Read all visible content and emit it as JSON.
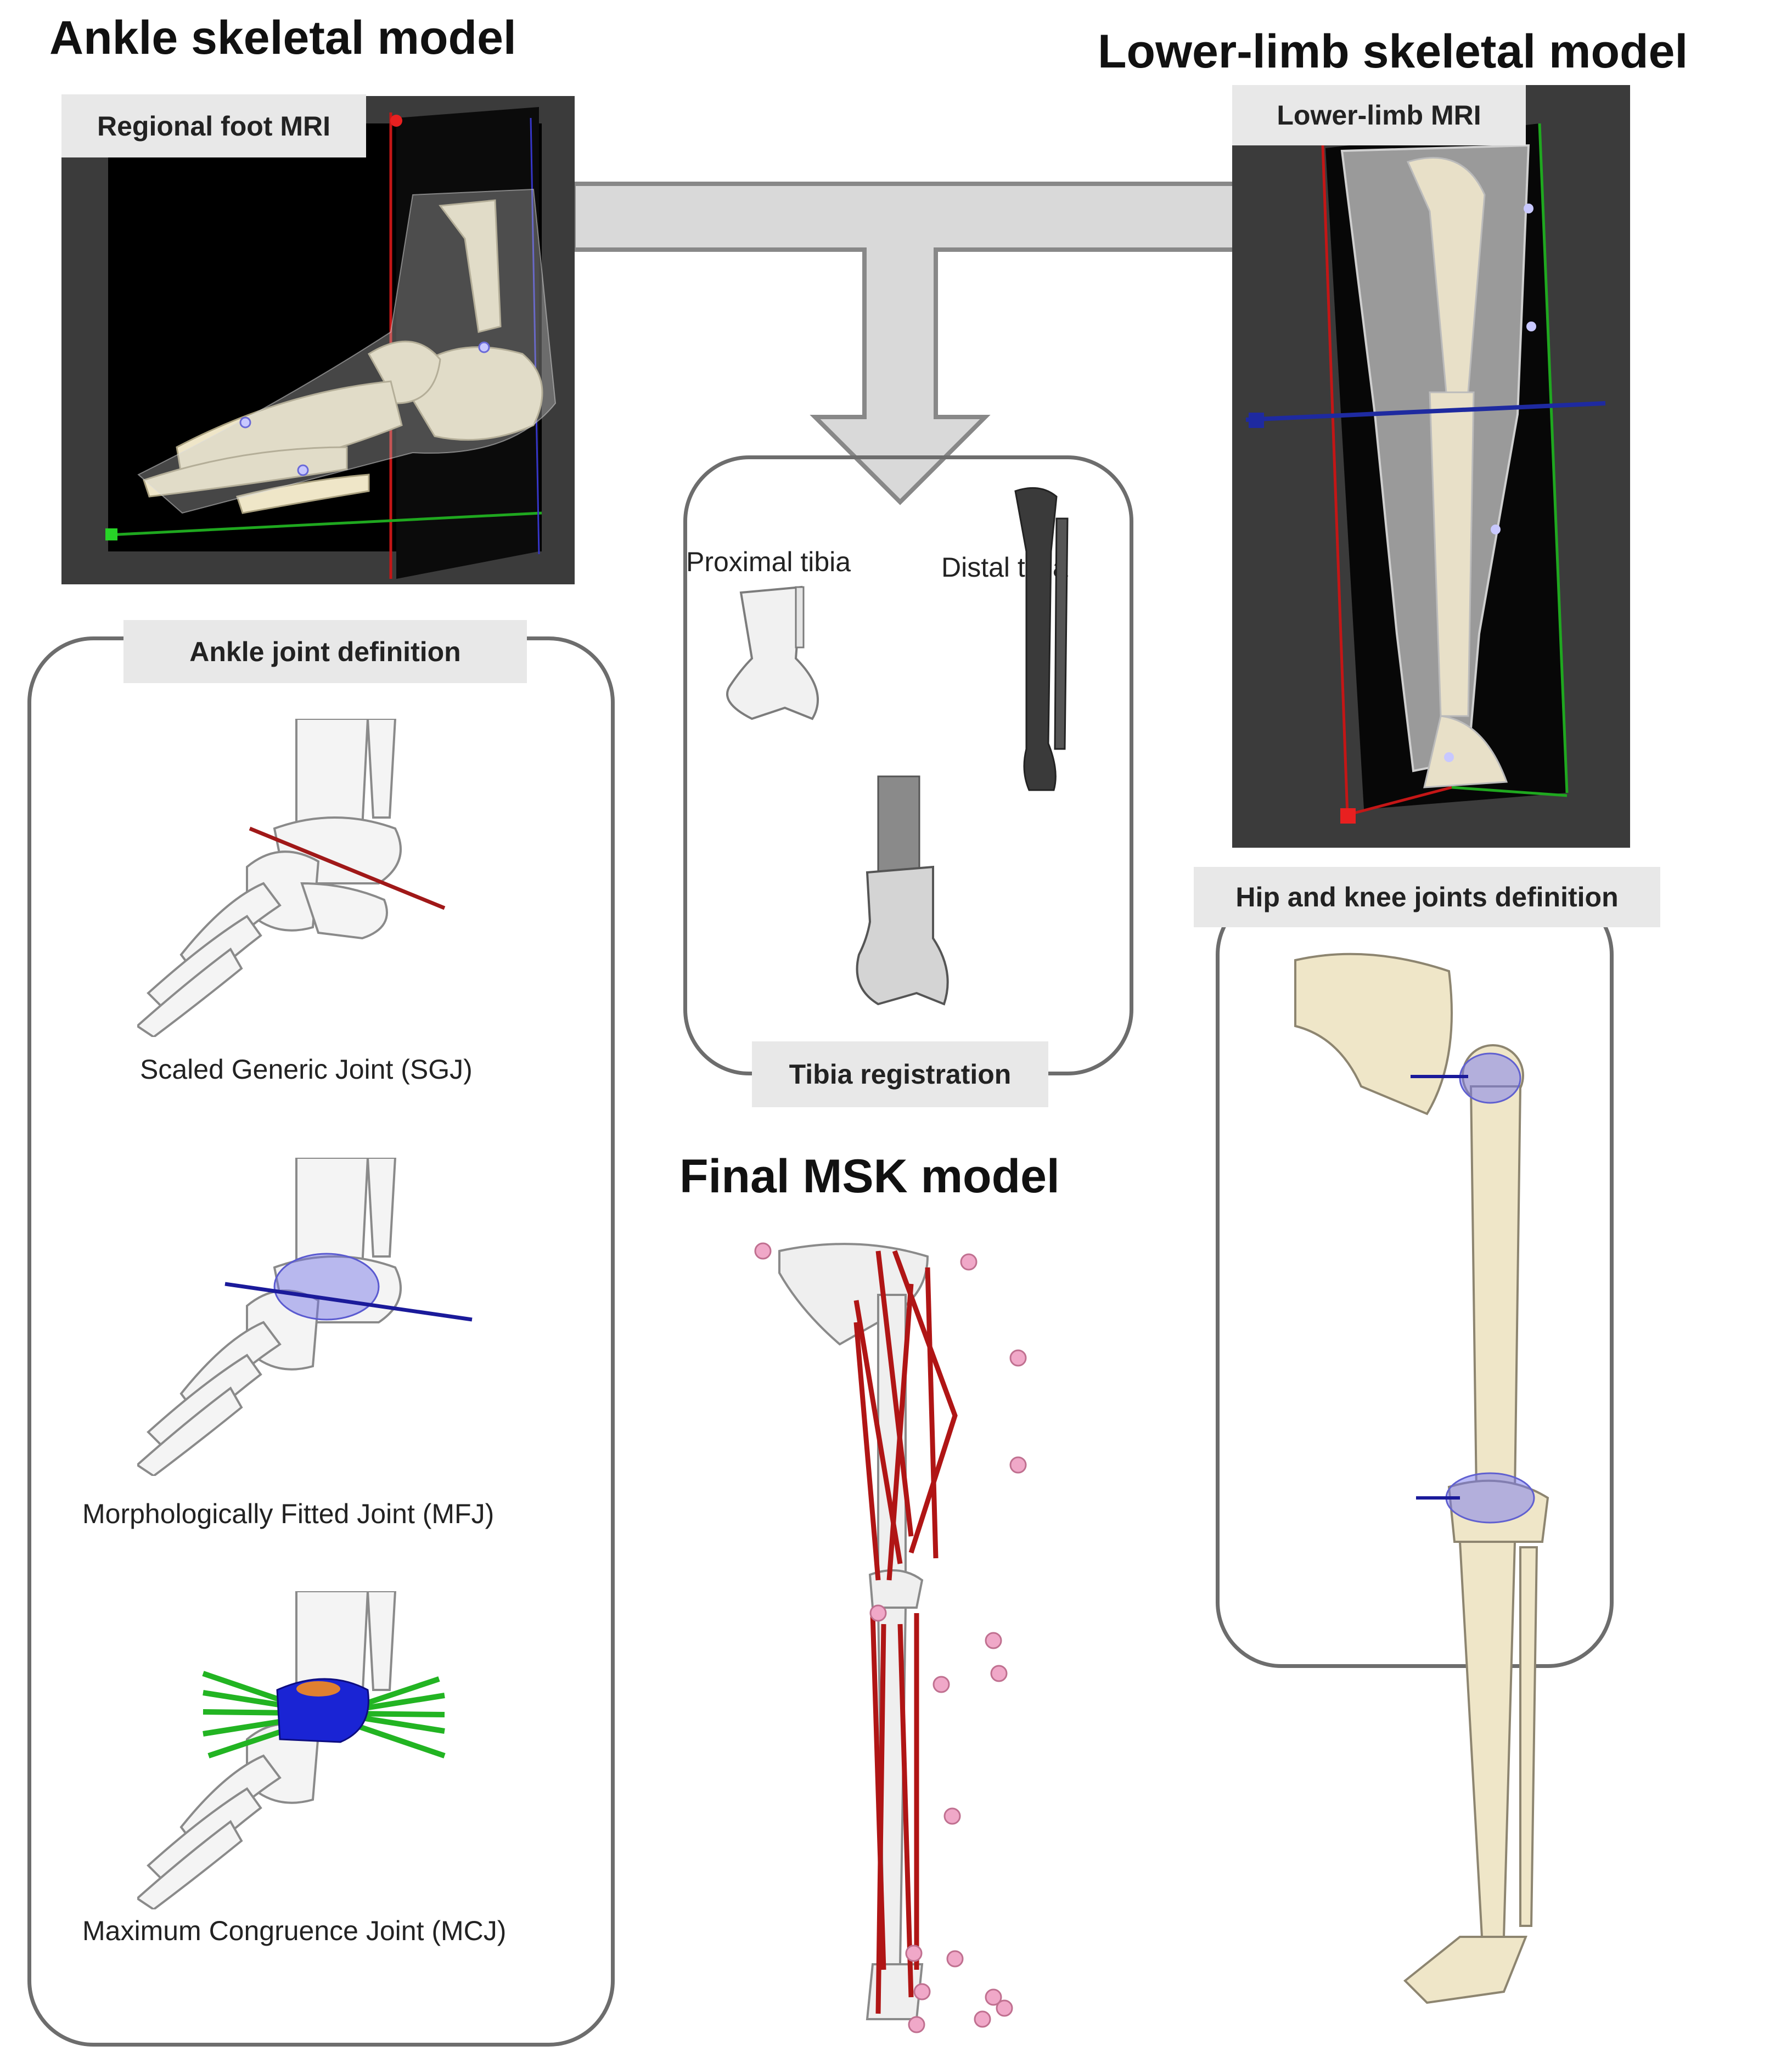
{
  "titles": {
    "ankle": "Ankle skeletal model",
    "lower_limb": "Lower-limb skeletal model",
    "final": "Final MSK model"
  },
  "labels": {
    "foot_mri": "Regional foot MRI",
    "lowerlimb_mri": "Lower-limb MRI",
    "ankle_joint_def": "Ankle joint definition",
    "hip_knee_def": "Hip and knee joints definition",
    "tibia_registration": "Tibia registration"
  },
  "tibia": {
    "proximal": "Proximal tibia",
    "distal": "Distal tibia"
  },
  "ankle_joints": [
    {
      "caption": "Scaled Generic Joint (SGJ)",
      "axis_color": "#a01818"
    },
    {
      "caption": "Morphologically Fitted Joint (MFJ)",
      "axis_color": "#1a1a9a"
    },
    {
      "caption": "Maximum Congruence Joint (MCJ)",
      "axis_color": "#22b422"
    }
  ],
  "colors": {
    "bone": "#efe6c8",
    "muscle": "#b01515",
    "marker": "#f0a8c8",
    "arrow_fill": "#d9d9d9",
    "box_border": "#6d6d6d"
  }
}
